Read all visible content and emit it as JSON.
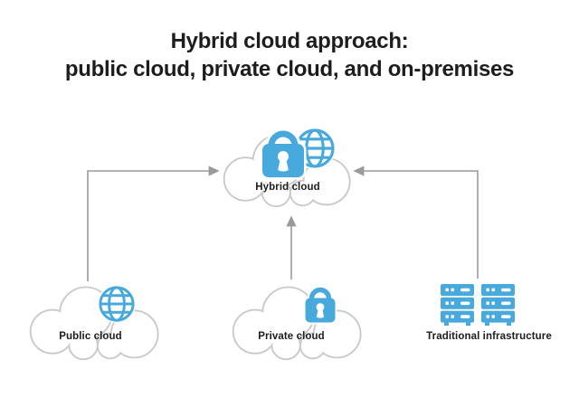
{
  "title": {
    "line1": "Hybrid cloud approach:",
    "line2": "public cloud, private cloud, and on-premises"
  },
  "diagram": {
    "hybrid": {
      "label": "Hybrid cloud",
      "icons": [
        "lock-icon",
        "globe-icon"
      ],
      "shape": "cloud"
    },
    "sources": [
      {
        "id": "public",
        "label": "Public cloud",
        "icon": "globe-icon",
        "shape": "cloud"
      },
      {
        "id": "private",
        "label": "Private cloud",
        "icon": "lock-icon",
        "shape": "cloud"
      },
      {
        "id": "traditional",
        "label": "Traditional infrastructure",
        "icon": "server-rack-icon",
        "shape": "none"
      }
    ],
    "connections": [
      {
        "from": "public",
        "to": "hybrid",
        "style": "elbow-arrow"
      },
      {
        "from": "private",
        "to": "hybrid",
        "style": "straight-arrow"
      },
      {
        "from": "traditional",
        "to": "hybrid",
        "style": "elbow-arrow"
      }
    ]
  },
  "colors": {
    "icon_blue": "#47a9dc",
    "cloud_outline": "#c9c9c9",
    "arrow_gray": "#9a9a9a",
    "text_dark": "#1d1d1b",
    "background": "#ffffff"
  }
}
